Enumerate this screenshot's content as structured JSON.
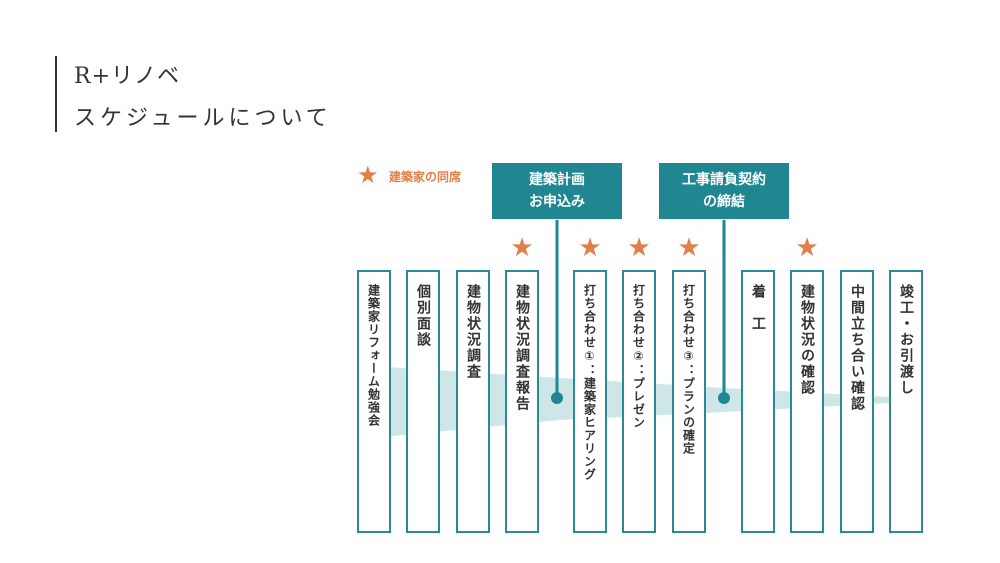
{
  "title": {
    "line1": "R+リノベ",
    "line2": "スケジュールについて"
  },
  "legend": {
    "icon": "star-icon",
    "text": "建築家の同席"
  },
  "callouts": [
    {
      "line1": "建築計画",
      "line2": "お申込み"
    },
    {
      "line1": "工事請負契約",
      "line2": "の締結"
    }
  ],
  "steps": [
    {
      "label": "建築家リフォーム勉強会",
      "star": false
    },
    {
      "label": "個別面談",
      "star": false
    },
    {
      "label": "建物状況調査",
      "star": false
    },
    {
      "label": "建物状況調査報告",
      "star": true
    },
    {
      "label": "打ち合わせ①：建築家ヒアリング",
      "star": true
    },
    {
      "label": "打ち合わせ②：プレゼン",
      "star": true
    },
    {
      "label": "打ち合わせ③：プランの確定",
      "star": true
    },
    {
      "label": "着　工",
      "star": false
    },
    {
      "label": "建物状況の確認",
      "star": true
    },
    {
      "label": "中間立ち合い確認",
      "star": false
    },
    {
      "label": "竣工・お引渡し",
      "star": false
    }
  ],
  "colors": {
    "accent": "#1f8692",
    "border": "#2a8a97",
    "star": "#e07f4a",
    "band": "#cfe6e8"
  }
}
